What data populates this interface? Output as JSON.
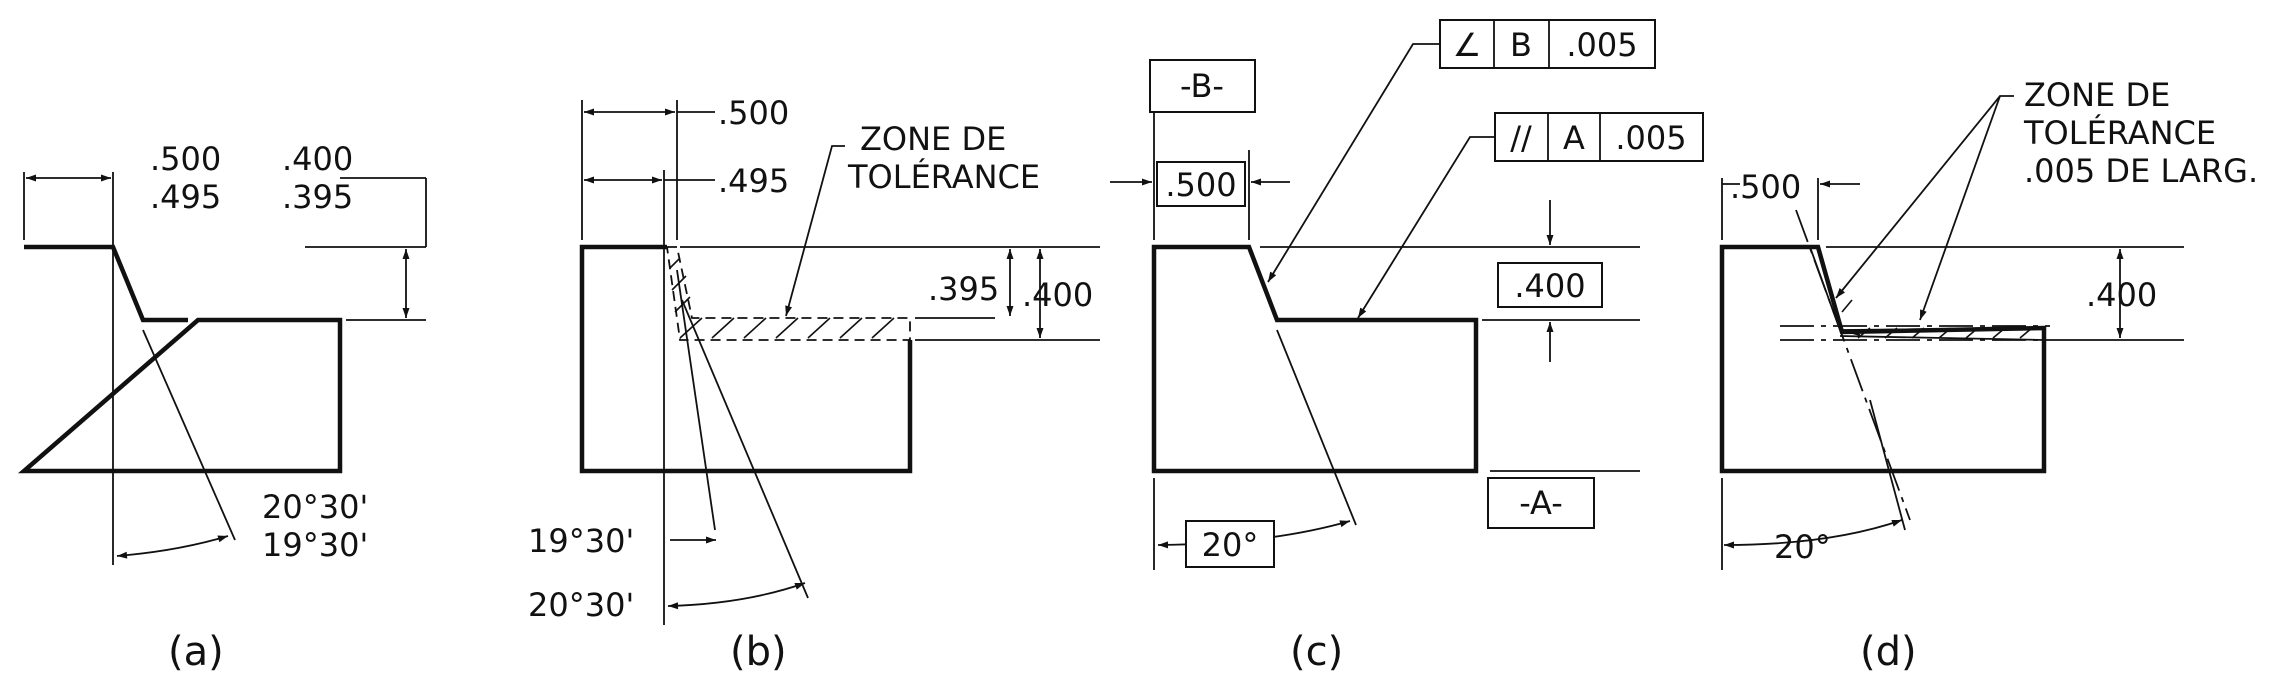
{
  "panels": {
    "a": {
      "caption": "(a)",
      "dim_width_upper": ".500",
      "dim_width_lower": ".495",
      "dim_height_upper": ".400",
      "dim_height_lower": ".395",
      "angle_upper": "20°30'",
      "angle_lower": "19°30'"
    },
    "b": {
      "caption": "(b)",
      "dim_outer": ".500",
      "dim_inner": ".495",
      "zone_line1": "ZONE DE",
      "zone_line2": "TOLÉRANCE",
      "dim_h_inner": ".395",
      "dim_h_outer": ".400",
      "angle_min": "19°30'",
      "angle_max": "20°30'"
    },
    "c": {
      "caption": "(c)",
      "datum_b": "-B-",
      "datum_a": "-A-",
      "basic_width": ".500",
      "basic_height": ".400",
      "basic_angle": "20°",
      "fcf_angularity": {
        "symbol": "∠",
        "datum": "B",
        "tolerance": ".005"
      },
      "fcf_parallelism": {
        "symbol": "//",
        "datum": "A",
        "tolerance": ".005"
      }
    },
    "d": {
      "caption": "(d)",
      "dim_width": ".500",
      "dim_height": ".400",
      "angle": "20°",
      "zone_line1": "ZONE DE",
      "zone_line2": "TOLÉRANCE",
      "zone_line3": ".005 DE LARG."
    }
  }
}
